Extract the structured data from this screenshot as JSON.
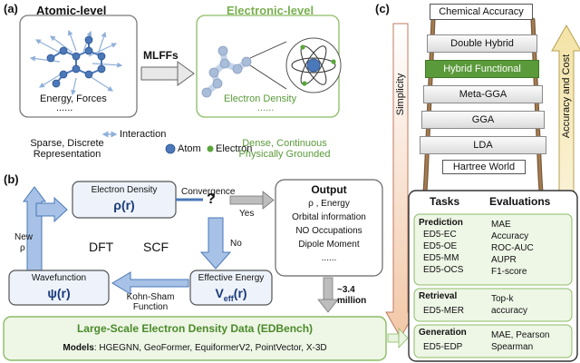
{
  "panel_a": {
    "label": "(a)",
    "atomic_title": "Atomic-level",
    "electronic_title": "Electronic-level",
    "mlffs": "MLFFs",
    "energy_forces": "Energy, Forces",
    "dots_left": "......",
    "electron_density": "Electron Density",
    "dots_right": "......",
    "left_caption_1": "Sparse, Discrete",
    "left_caption_2": "Representation",
    "right_caption_1": "Dense, Continuous",
    "right_caption_2": "Physically Grounded",
    "legend_interaction": "Interaction",
    "legend_atom": "Atom",
    "legend_electron": "Electron"
  },
  "panel_b": {
    "label": "(b)",
    "electron_density": "Electron Density",
    "rho_r": "ρ(r)",
    "convergence": "Convergence",
    "question": "?",
    "yes": "Yes",
    "no": "No",
    "new_rho_1": "New",
    "new_rho_2": "ρ",
    "dft": "DFT",
    "scf": "SCF",
    "wavefunction": "Wavefunction",
    "psi_r": "ψ(r)",
    "effective_energy": "Effective Energy",
    "veff_main": "V",
    "veff_sub": "eff",
    "veff_tail": "(r)",
    "kohn_sham_1": "Kohn-Sham",
    "kohn_sham_2": "Function",
    "output_title": "Output",
    "output_items": [
      "ρ , Energy",
      "Orbital information",
      "NO Occupations",
      "Dipole Moment",
      "......"
    ],
    "count_1": "~3.4",
    "count_2": "million",
    "edbench_title": "Large-Scale Electron Density Data (EDBench)",
    "models_label": "Models",
    "models_list": ": HGEGNN, GeoFormer, EquiformerV2, PointVector, X-3D"
  },
  "tasks": {
    "header_tasks": "Tasks",
    "header_evals": "Evaluations",
    "prediction": "Prediction",
    "prediction_items": [
      "ED5-EC",
      "ED5-OE",
      "ED5-MM",
      "ED5-OCS"
    ],
    "prediction_evals": [
      "MAE",
      "Accuracy",
      "ROC-AUC",
      "AUPR",
      "F1-score"
    ],
    "retrieval": "Retrieval",
    "retrieval_items": [
      "ED5-MER"
    ],
    "retrieval_evals": [
      "Top-k",
      "accuracy"
    ],
    "generation": "Generation",
    "generation_items": [
      "ED5-EDP"
    ],
    "generation_evals": [
      "MAE, Pearson",
      "Spearman"
    ]
  },
  "panel_c": {
    "label": "(c)",
    "top_sign": "Chemical Accuracy",
    "bottom_sign": "Hartree World",
    "rungs": [
      "Double Hybrid",
      "Hybrid Functional",
      "Meta-GGA",
      "GGA",
      "LDA"
    ],
    "left_arrow": "Simplicity",
    "right_arrow": "Accuracy and Cost"
  }
}
